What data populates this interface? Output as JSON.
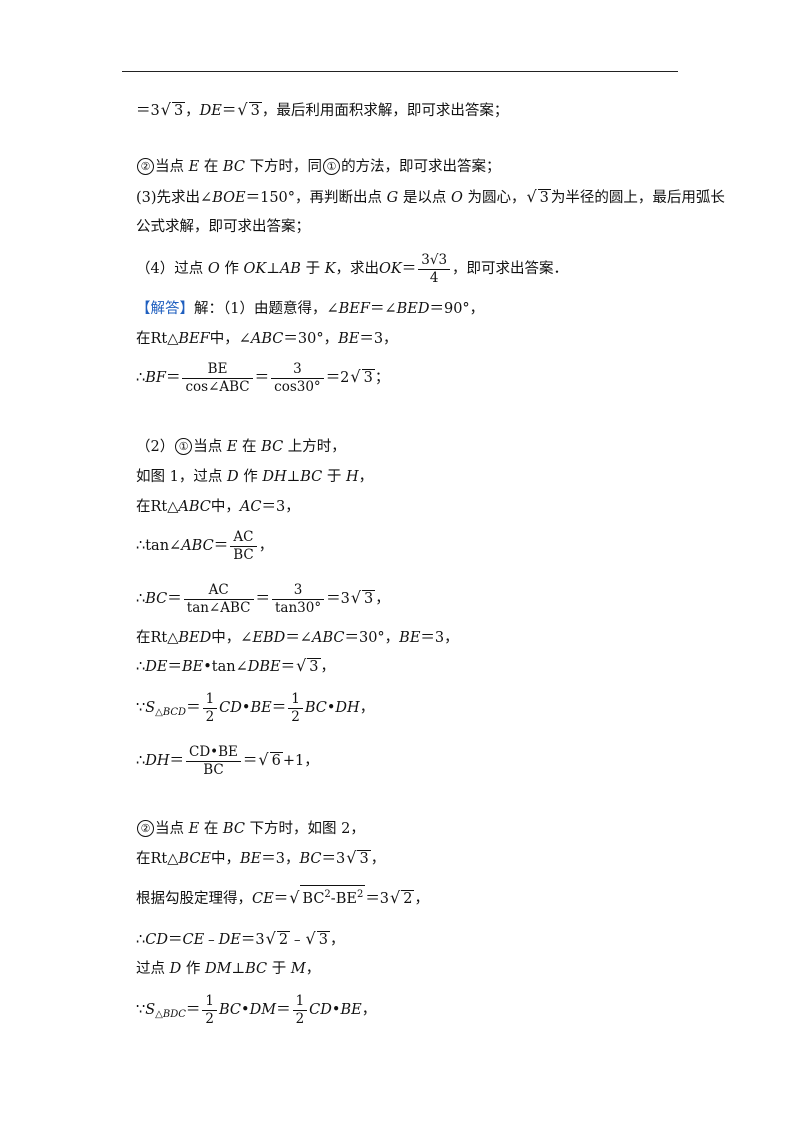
{
  "lines": [
    {
      "parts": [
        "＝3",
        "√",
        "3",
        "，",
        "DE",
        "＝",
        "√",
        "3",
        "，最后利用面积求解，即可求出答案；"
      ]
    },
    {
      "text": ""
    },
    {
      "parts": [
        "②",
        "当点",
        "E",
        "在",
        "BC",
        "下方时，同",
        "①",
        "的方法，即可求出答案；"
      ]
    },
    {
      "parts": [
        "(3)先求出∠",
        "BOE",
        "＝150°，再判断出点",
        "G",
        "是以点",
        "O",
        "为圆心，",
        "√",
        "3",
        "为半径的圆上，最后用弧长"
      ]
    },
    {
      "parts": [
        "公式求解，即可求出答案；"
      ]
    },
    {
      "parts": [
        "（4）过点",
        "O",
        "作",
        "OK",
        "⊥",
        "AB",
        "于",
        "K",
        "，求出",
        "OK",
        "＝",
        "3√3",
        "4",
        "，即可求出答案．"
      ]
    },
    {
      "parts": [
        "【解答】",
        "解：（1）由题意得，∠",
        "BEF",
        "＝∠",
        "BED",
        "＝90°，"
      ]
    },
    {
      "parts": [
        "在Rt△",
        "BEF",
        "中，∠",
        "ABC",
        "＝30°，",
        "BE",
        "＝3，"
      ]
    },
    {
      "parts": [
        "∴",
        "BF",
        "＝",
        "BE",
        "cos∠ABC",
        "＝",
        "3",
        "cos30°",
        "＝2",
        "√",
        "3",
        "；"
      ]
    },
    {
      "parts": [
        "（2）",
        "①",
        "当点",
        "E",
        "在",
        "BC",
        "上方时，"
      ]
    },
    {
      "parts": [
        "如图 1，过点",
        "D",
        "作",
        "DH",
        "⊥",
        "BC",
        "于",
        "H",
        "，"
      ]
    },
    {
      "parts": [
        "在Rt△",
        "ABC",
        "中，",
        "AC",
        "＝3，"
      ]
    },
    {
      "parts": [
        "∴tan∠",
        "ABC",
        "＝",
        "AC",
        "BC",
        "，"
      ]
    },
    {
      "parts": [
        "∴",
        "BC",
        "＝",
        "AC",
        "tan∠ABC",
        "＝",
        "3",
        "tan30°",
        "＝3",
        "√",
        "3",
        "，"
      ]
    },
    {
      "parts": [
        "在Rt△",
        "BED",
        "中，∠",
        "EBD",
        "＝∠",
        "ABC",
        "＝30°，",
        "BE",
        "＝3，"
      ]
    },
    {
      "parts": [
        "∴",
        "DE",
        "＝",
        "BE",
        "•tan∠",
        "DBE",
        "＝",
        "√",
        "3",
        "，"
      ]
    },
    {
      "parts": [
        "∵",
        "S",
        "△BCD",
        "＝",
        "1",
        "2",
        "CD",
        "•",
        "BE",
        "＝",
        "1",
        "2",
        "BC",
        "•",
        "DH",
        "，"
      ]
    },
    {
      "parts": [
        "∴",
        "DH",
        "＝",
        "CD•BE",
        "BC",
        "＝",
        "√",
        "6",
        "+1，"
      ]
    },
    {
      "parts": [
        "②",
        "当点",
        "E",
        "在",
        "BC",
        "下方时，如图 2，"
      ]
    },
    {
      "parts": [
        "在Rt△",
        "BCE",
        "中，",
        "BE",
        "＝3，",
        "BC",
        "＝3",
        "√",
        "3",
        "，"
      ]
    },
    {
      "parts": [
        "根据勾股定理得，",
        "CE",
        "＝",
        "√",
        "BC",
        "2",
        "-BE",
        "2",
        "＝3",
        "√",
        "2",
        "，"
      ]
    },
    {
      "parts": [
        "∴",
        "CD",
        "＝",
        "CE",
        "﹣",
        "DE",
        "＝3",
        "√",
        "2",
        "﹣",
        "√",
        "3",
        "，"
      ]
    },
    {
      "parts": [
        "过点",
        "D",
        "作",
        "DM",
        "⊥",
        "BC",
        "于",
        "M",
        "，"
      ]
    },
    {
      "parts": [
        "∵",
        "S",
        "△BDC",
        "＝",
        "1",
        "2",
        "BC",
        "•",
        "DM",
        "＝",
        "1",
        "2",
        "CD",
        "•",
        "BE",
        "，"
      ]
    }
  ]
}
